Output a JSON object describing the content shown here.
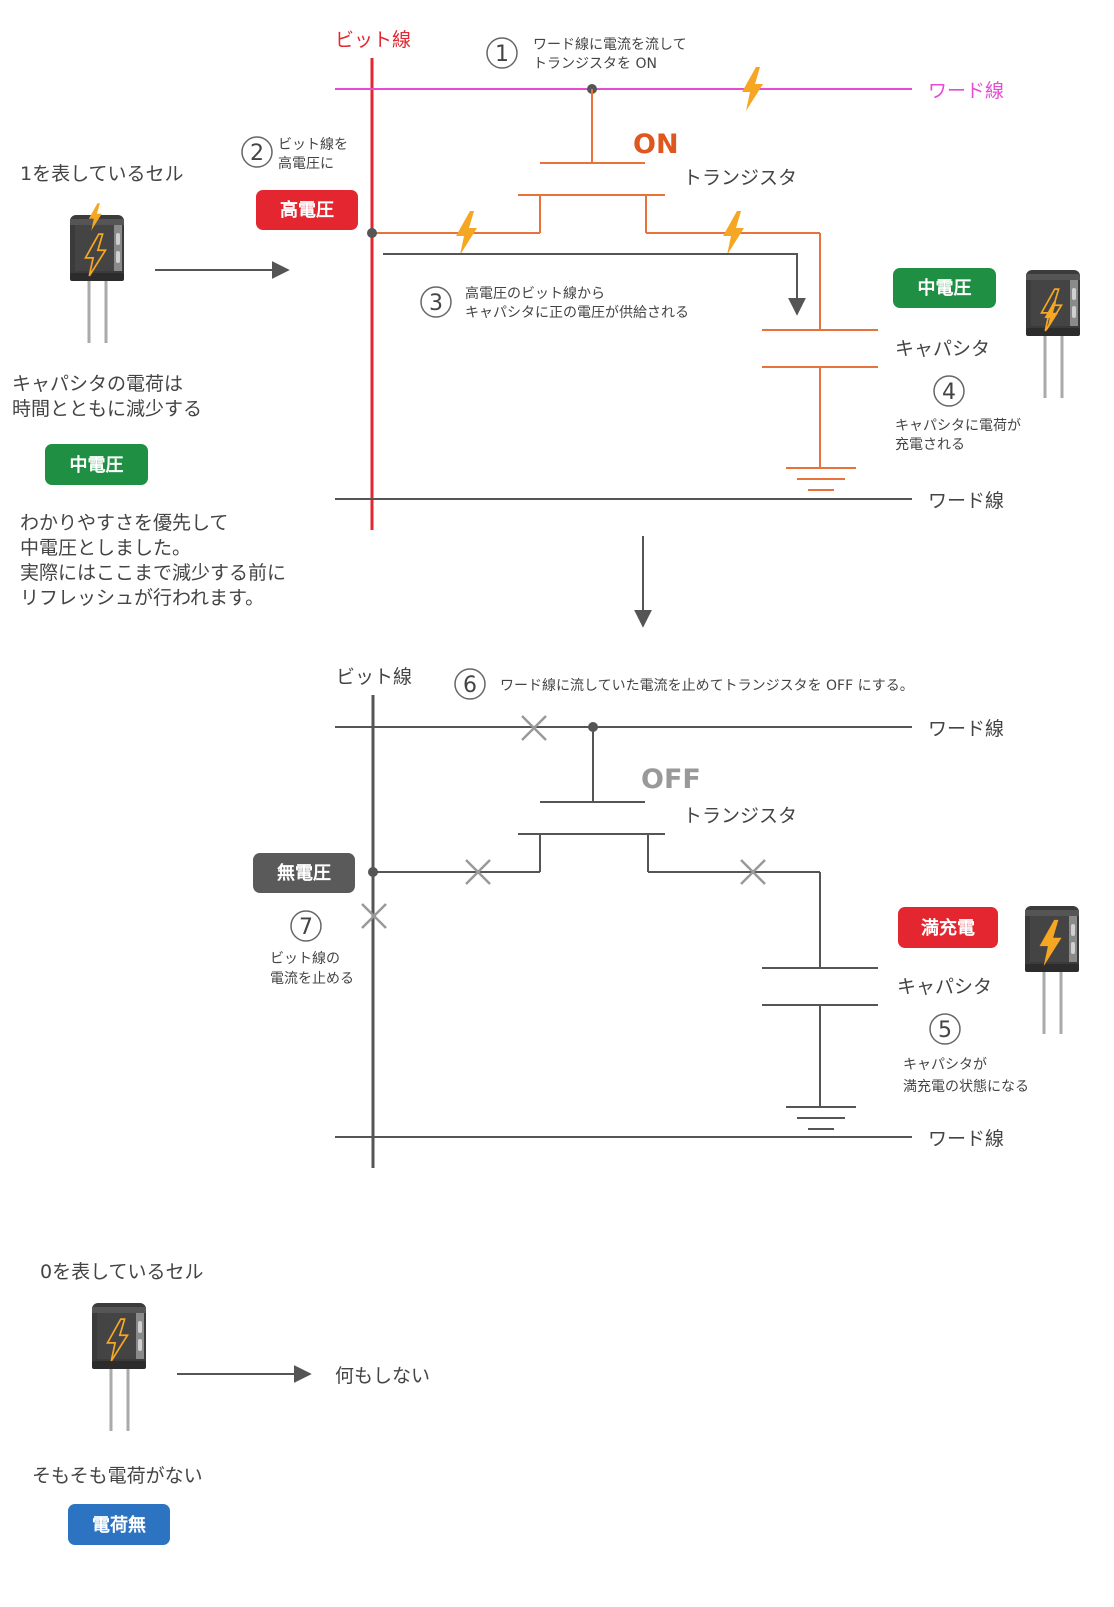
{
  "colors": {
    "bit_active": "#e3262f",
    "word_active": "#e64bd3",
    "wire_active": "#e8733a",
    "wire_inactive": "#555555",
    "state_on": "#e0561f",
    "state_off": "#999999",
    "badge_high": "#e3262f",
    "badge_mid": "#1f8f43",
    "badge_none": "#5a5a5a",
    "badge_full": "#e3262f",
    "badge_nocharge": "#2c73c2",
    "bolt": "#f5a623",
    "capacitor_body": "#3b3b3b"
  },
  "left_panel": {
    "cell1_title": "1を表しているセル",
    "cap_decay_line1": "キャパシタの電荷は",
    "cap_decay_line2": "時間とともに減少する",
    "badge_mid": "中電圧",
    "note_line1": "わかりやすさを優先して",
    "note_line2": "中電圧としました。",
    "note_line3": "実際にはここまで減少する前に",
    "note_line4": "リフレッシュが行われます。"
  },
  "diagram1": {
    "bit_line_label": "ビット線",
    "word_line_top_label": "ワード線",
    "word_line_bottom_label": "ワード線",
    "step1_num": "1",
    "step1_line1": "ワード線に電流を流して",
    "step1_line2": "トランジスタを ON",
    "state": "ON",
    "transistor_label": "トランジスタ",
    "step2_num": "2",
    "step2_line1": "ビット線を",
    "step2_line2": "高電圧に",
    "badge_high": "高電圧",
    "step3_num": "3",
    "step3_line1": "高電圧のビット線から",
    "step3_line2": "キャパシタに正の電圧が供給される",
    "badge_mid": "中電圧",
    "capacitor_label": "キャパシタ",
    "step4_num": "4",
    "step4_line1": "キャパシタに電荷が",
    "step4_line2": "充電される"
  },
  "diagram2": {
    "bit_line_label": "ビット線",
    "step6_num": "6",
    "step6_text": "ワード線に流していた電流を止めてトランジスタを OFF にする。",
    "word_line_top_label": "ワード線",
    "state": "OFF",
    "transistor_label": "トランジスタ",
    "badge_none": "無電圧",
    "step7_num": "7",
    "step7_line1": "ビット線の",
    "step7_line2": "電流を止める",
    "badge_full": "満充電",
    "capacitor_label": "キャパシタ",
    "step5_num": "5",
    "step5_line1": "キャパシタが",
    "step5_line2": "満充電の状態になる",
    "word_line_bottom_label": "ワード線"
  },
  "zero_section": {
    "title": "0を表しているセル",
    "result": "何もしない",
    "no_charge_text": "そもそも電荷がない",
    "badge_nocharge": "電荷無"
  }
}
